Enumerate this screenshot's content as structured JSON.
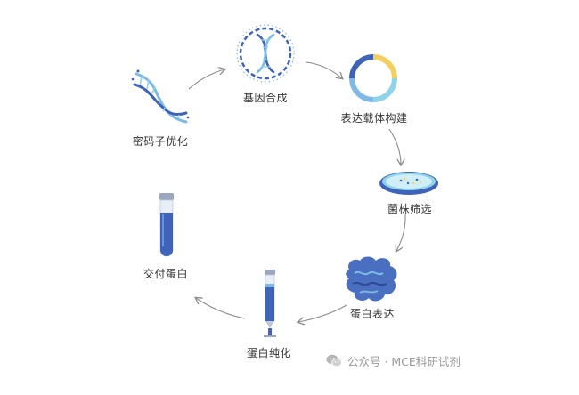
{
  "steps": {
    "codon": "密码子优化",
    "gene": "基因合成",
    "vector": "表达载体构建",
    "strain": "菌株筛选",
    "expression": "蛋白表达",
    "purify": "蛋白纯化",
    "deliver": "交付蛋白"
  },
  "watermark": {
    "text": "公众号 · MCE科研试剂"
  },
  "colors": {
    "blue": "#3f63b8",
    "light_blue": "#7fb9e6",
    "cyan": "#8fd3e8",
    "yellow": "#f2cf5e",
    "arrow": "#8c8c8c"
  }
}
